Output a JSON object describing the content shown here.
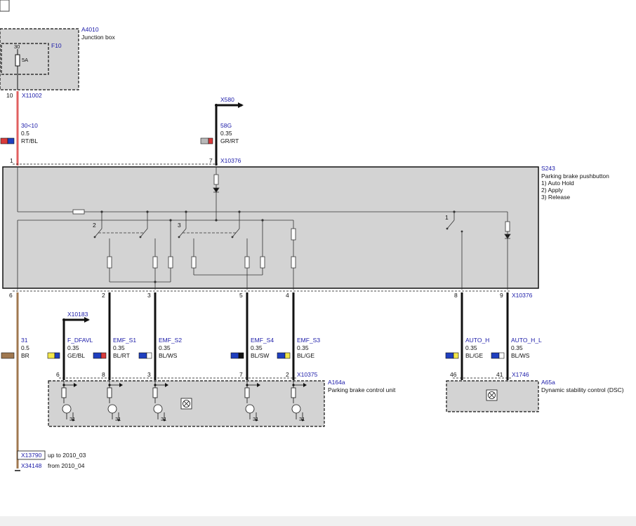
{
  "components": {
    "junction_box": {
      "id": "A4010",
      "name": "Junction box",
      "fuse_id": "F10",
      "fuse_pin": "30",
      "fuse_rating": "5A",
      "pin": "10",
      "connector": "X11002"
    },
    "x580": {
      "id": "X580"
    },
    "pushbutton": {
      "id": "S243",
      "name": "Parking brake pushbutton",
      "legend": [
        "1)    Auto Hold",
        "2)    Apply",
        "3)    Release"
      ],
      "top_connector": "X10376",
      "bottom_connector": "X10376",
      "top_pins": {
        "left": "1",
        "right": "7"
      },
      "bottom_pins": [
        "6",
        "2",
        "3",
        "5",
        "4",
        "8",
        "9"
      ],
      "internal_labels": [
        "2",
        "3",
        "1"
      ]
    },
    "x10183": {
      "id": "X10183"
    },
    "control_unit": {
      "id": "A164a",
      "name": "Parking brake control unit",
      "connector": "X10375",
      "pins": [
        "6",
        "8",
        "3",
        "7",
        "2"
      ],
      "ground_label": "31"
    },
    "dsc": {
      "id": "A65a",
      "name": "Dynamic stability control (DSC)",
      "connector": "X1746",
      "pins": [
        "46",
        "41"
      ]
    },
    "ground": {
      "box_label": "X13790",
      "box_note": "up to 2010_03",
      "label": "X34148",
      "note": "from 2010_04"
    }
  },
  "wires": [
    {
      "signal": "30<10",
      "size": "0.5",
      "color": "RT/BL",
      "colors": [
        "#d93a3a",
        "#1f3fbf"
      ]
    },
    {
      "signal": "58G",
      "size": "0.35",
      "color": "GR/RT",
      "colors": [
        "#b8b8b8",
        "#d93a3a"
      ]
    },
    {
      "signal": "31",
      "size": "0.5",
      "color": "BR",
      "colors": [
        "#a07850",
        "#a07850"
      ]
    },
    {
      "signal": "F_DFAVL",
      "size": "0.35",
      "color": "GE/BL",
      "colors": [
        "#f2e64a",
        "#1f3fbf"
      ]
    },
    {
      "signal": "EMF_S1",
      "size": "0.35",
      "color": "BL/RT",
      "colors": [
        "#1f3fbf",
        "#d93a3a"
      ]
    },
    {
      "signal": "EMF_S2",
      "size": "0.35",
      "color": "BL/WS",
      "colors": [
        "#1f3fbf",
        "#ffffff"
      ]
    },
    {
      "signal": "EMF_S4",
      "size": "0.35",
      "color": "BL/SW",
      "colors": [
        "#1f3fbf",
        "#111111"
      ]
    },
    {
      "signal": "EMF_S3",
      "size": "0.35",
      "color": "BL/GE",
      "colors": [
        "#1f3fbf",
        "#f2e64a"
      ]
    },
    {
      "signal": "AUTO_H",
      "size": "0.35",
      "color": "BL/GE",
      "colors": [
        "#1f3fbf",
        "#f2e64a"
      ]
    },
    {
      "signal": "AUTO_H_L",
      "size": "0.35",
      "color": "BL/WS",
      "colors": [
        "#1f3fbf",
        "#ffffff"
      ]
    }
  ],
  "palette": {
    "label_blue": "#1a1aa8",
    "box_fill": "#d3d3d3",
    "wire_red": "#e06060",
    "wire_brown": "#a07850",
    "wire_black": "#111111"
  }
}
